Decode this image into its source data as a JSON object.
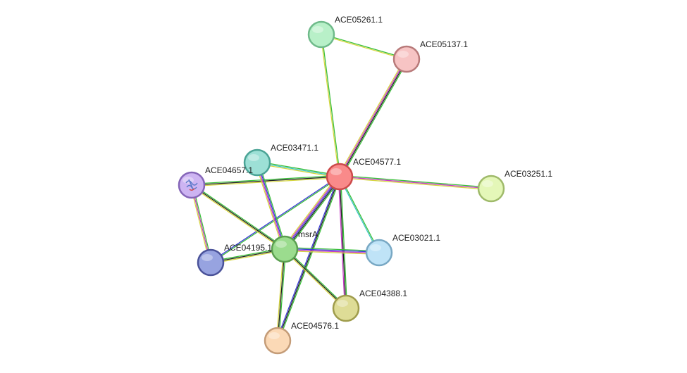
{
  "network": {
    "nodes": [
      {
        "id": "ACE05261.1",
        "label": "ACE05261.1",
        "color": "#b8f0c8",
        "stroke": "#6fba8a"
      },
      {
        "id": "ACE05137.1",
        "label": "ACE05137.1",
        "color": "#f7c4c4",
        "stroke": "#b87a7a"
      },
      {
        "id": "ACE03471.1",
        "label": "ACE03471.1",
        "color": "#9de0d6",
        "stroke": "#4aa395"
      },
      {
        "id": "ACE04577.1",
        "label": "ACE04577.1",
        "color": "#f98a8a",
        "stroke": "#cc4a4a",
        "query": true
      },
      {
        "id": "ACE04657.1",
        "label": "ACE04657.1",
        "color": "#cdb4f2",
        "stroke": "#8566b8",
        "has_structure": true
      },
      {
        "id": "ACE03251.1",
        "label": "ACE03251.1",
        "color": "#e4f7b8",
        "stroke": "#9fba6a"
      },
      {
        "id": "msrA",
        "label": "msrA",
        "color": "#9bdc8e",
        "stroke": "#5a9f4f"
      },
      {
        "id": "ACE04195.1",
        "label": "ACE04195.1",
        "color": "#97a3e0",
        "stroke": "#4a5299"
      },
      {
        "id": "ACE03021.1",
        "label": "ACE03021.1",
        "color": "#bfe3f7",
        "stroke": "#78a8c4"
      },
      {
        "id": "ACE04388.1",
        "label": "ACE04388.1",
        "color": "#dedc96",
        "stroke": "#9f9c4c"
      },
      {
        "id": "ACE04576.1",
        "label": "ACE04576.1",
        "color": "#fbd9b6",
        "stroke": "#c49c78"
      }
    ],
    "edges": [
      {
        "source": "ACE05261.1",
        "target": "ACE05137.1",
        "evidence": [
          "#3bbf3b",
          "#d6d640"
        ]
      },
      {
        "source": "ACE05261.1",
        "target": "ACE04577.1",
        "evidence": [
          "#3bbf3b",
          "#d6d640"
        ]
      },
      {
        "source": "ACE05137.1",
        "target": "ACE04577.1",
        "evidence": [
          "#3bbf3b",
          "#222222",
          "#c43bc4",
          "#d6d640"
        ]
      },
      {
        "source": "ACE03471.1",
        "target": "ACE04577.1",
        "evidence": [
          "#3bbf3b",
          "#3bc4c4",
          "#d6d640"
        ]
      },
      {
        "source": "ACE04657.1",
        "target": "ACE04577.1",
        "evidence": [
          "#3bbf3b",
          "#222222",
          "#d6d640"
        ]
      },
      {
        "source": "ACE04577.1",
        "target": "ACE03251.1",
        "evidence": [
          "#3bbf3b",
          "#c43bc4",
          "#d6d640"
        ]
      },
      {
        "source": "ACE04577.1",
        "target": "msrA",
        "evidence": [
          "#3bbf3b",
          "#222222",
          "#3b3bd6",
          "#c43bc4",
          "#d6d640"
        ]
      },
      {
        "source": "ACE04577.1",
        "target": "ACE04195.1",
        "evidence": [
          "#3bbf3b",
          "#3b3bd6"
        ]
      },
      {
        "source": "ACE04577.1",
        "target": "ACE03021.1",
        "evidence": [
          "#3bbf3b",
          "#3bc4c4"
        ]
      },
      {
        "source": "ACE04577.1",
        "target": "ACE04388.1",
        "evidence": [
          "#3bbf3b",
          "#222222",
          "#c43bc4"
        ]
      },
      {
        "source": "ACE04577.1",
        "target": "ACE04576.1",
        "evidence": [
          "#3bbf3b",
          "#222222",
          "#3b3bd6"
        ]
      },
      {
        "source": "ACE03471.1",
        "target": "msrA",
        "evidence": [
          "#3bbf3b",
          "#3b3bd6",
          "#c43bc4",
          "#d6d640"
        ]
      },
      {
        "source": "ACE04657.1",
        "target": "msrA",
        "evidence": [
          "#3bbf3b",
          "#222222",
          "#d6d640"
        ]
      },
      {
        "source": "ACE04657.1",
        "target": "ACE04195.1",
        "evidence": [
          "#3bbf3b",
          "#c43bc4",
          "#d6d640"
        ]
      },
      {
        "source": "ACE04195.1",
        "target": "msrA",
        "evidence": [
          "#3bbf3b",
          "#222222",
          "#d6d640"
        ]
      },
      {
        "source": "msrA",
        "target": "ACE03021.1",
        "evidence": [
          "#3bbf3b",
          "#3b3bd6",
          "#c43bc4",
          "#d6d640"
        ]
      },
      {
        "source": "msrA",
        "target": "ACE04388.1",
        "evidence": [
          "#3bbf3b",
          "#222222",
          "#d6d640"
        ]
      },
      {
        "source": "msrA",
        "target": "ACE04576.1",
        "evidence": [
          "#3bbf3b",
          "#222222",
          "#d6d640"
        ]
      }
    ]
  }
}
